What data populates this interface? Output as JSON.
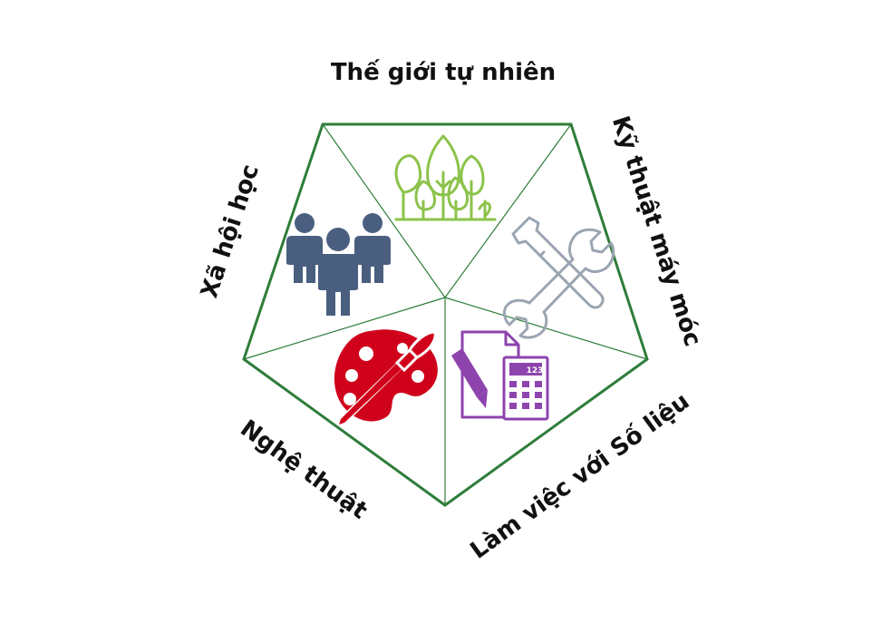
{
  "labels": {
    "top": "Thế giới tự nhiên",
    "right": "Kỹ thuật máy móc",
    "bottom_right": "Làm việc với Số liệu",
    "bottom_left": "Nghệ thuật",
    "left": "Xã hội học"
  },
  "calculator_display": "123",
  "icons": {
    "top": "trees-icon",
    "right": "wrench-screwdriver-icon",
    "bottom_right": "document-pencil-calculator-icon",
    "bottom_left": "paint-palette-brush-icon",
    "left": "people-group-icon"
  },
  "colors": {
    "outline": "#2e7d3a",
    "trees": "#8bc34a",
    "tools": "#9aa5b1",
    "data": "#8e44ad",
    "art": "#d0021b",
    "people": "#4a5f7f"
  }
}
